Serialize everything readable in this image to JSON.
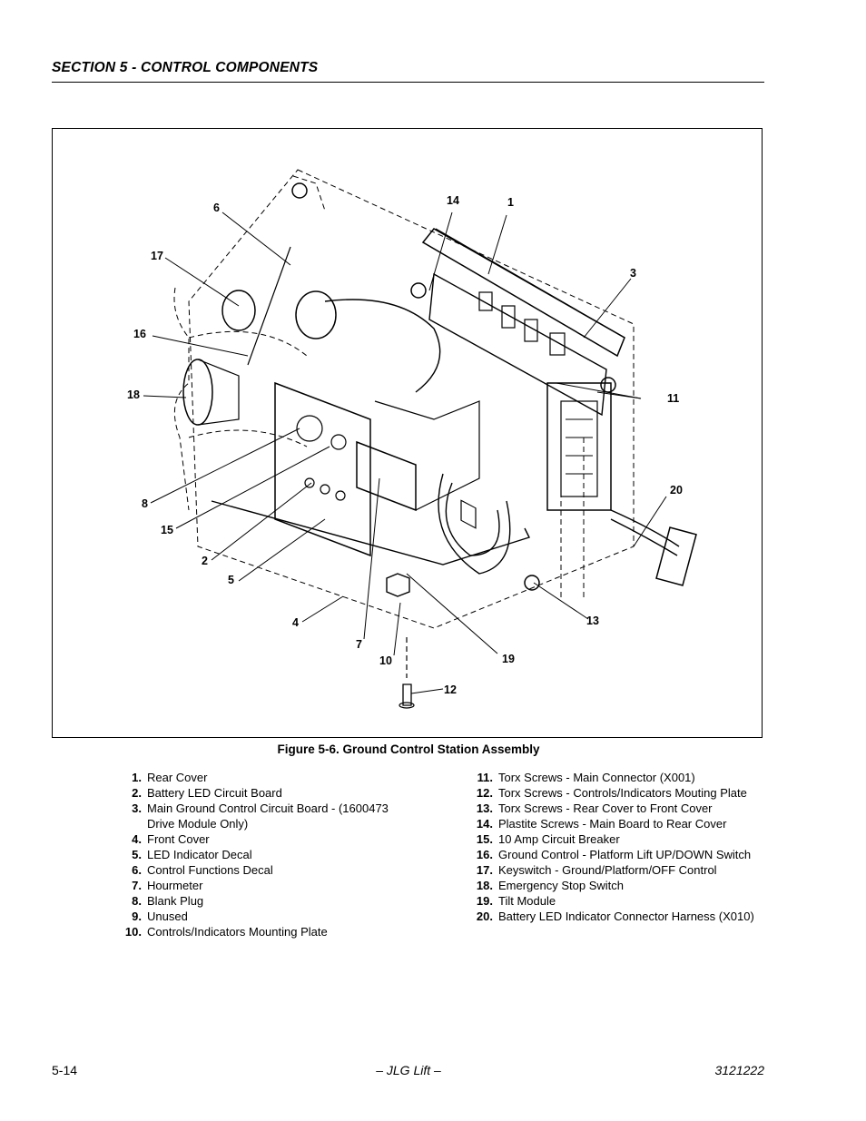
{
  "header": {
    "title": "SECTION 5 - CONTROL COMPONENTS"
  },
  "figure": {
    "caption": "Figure 5-6.  Ground Control Station Assembly",
    "callouts": [
      "6",
      "17",
      "16",
      "18",
      "8",
      "15",
      "2",
      "5",
      "4",
      "7",
      "10",
      "12",
      "19",
      "13",
      "20",
      "11",
      "3",
      "1",
      "14"
    ]
  },
  "legend": {
    "left": [
      {
        "num": "1.",
        "text": "Rear Cover"
      },
      {
        "num": "2.",
        "text": "Battery LED Circuit Board"
      },
      {
        "num": "3.",
        "text": "Main Ground Control Circuit Board - (1600473 Drive Module Only)"
      },
      {
        "num": "4.",
        "text": "Front Cover"
      },
      {
        "num": "5.",
        "text": "LED Indicator Decal"
      },
      {
        "num": "6.",
        "text": "Control Functions Decal"
      },
      {
        "num": "7.",
        "text": "Hourmeter"
      },
      {
        "num": "8.",
        "text": "Blank Plug"
      },
      {
        "num": "9.",
        "text": "Unused"
      },
      {
        "num": "10.",
        "text": "Controls/Indicators Mounting Plate"
      }
    ],
    "right": [
      {
        "num": "11.",
        "text": "Torx Screws - Main Connector (X001)"
      },
      {
        "num": "12.",
        "text": "Torx Screws - Controls/Indicators Mouting Plate"
      },
      {
        "num": "13.",
        "text": "Torx Screws - Rear Cover to Front Cover"
      },
      {
        "num": "14.",
        "text": "Plastite Screws - Main Board to Rear Cover"
      },
      {
        "num": "15.",
        "text": "10 Amp Circuit Breaker"
      },
      {
        "num": "16.",
        "text": "Ground Control - Platform Lift UP/DOWN Switch"
      },
      {
        "num": "17.",
        "text": "Keyswitch - Ground/Platform/OFF Control"
      },
      {
        "num": "18.",
        "text": "Emergency Stop Switch"
      },
      {
        "num": "19.",
        "text": "Tilt Module"
      },
      {
        "num": "20.",
        "text": "Battery LED Indicator Connector Harness (X010)"
      }
    ]
  },
  "footer": {
    "page": "5-14",
    "center": "– JLG Lift –",
    "doc_number": "3121222"
  }
}
